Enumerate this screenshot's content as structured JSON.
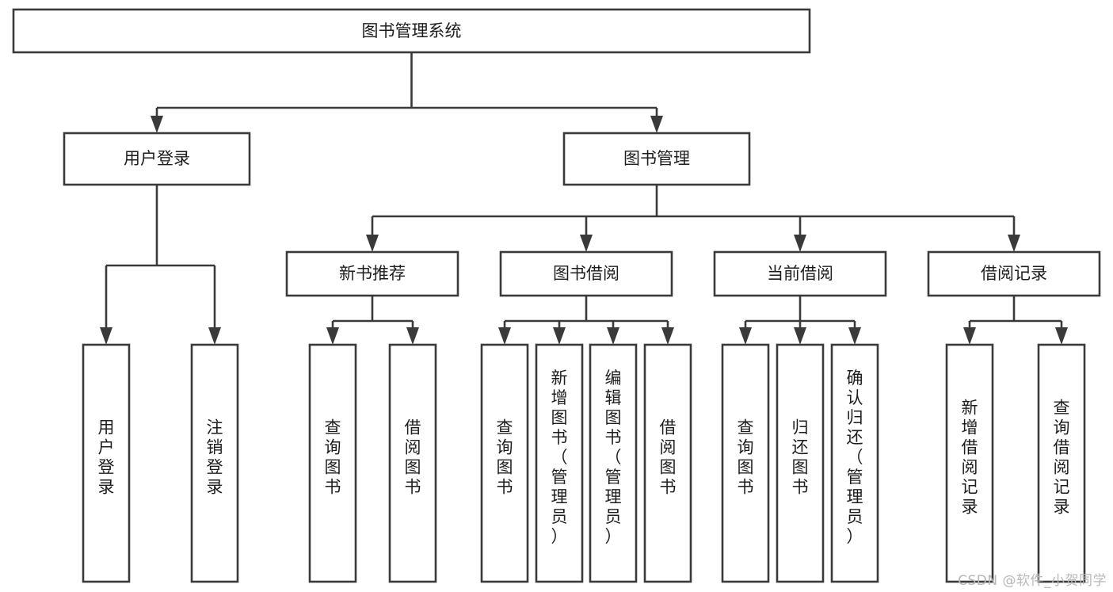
{
  "diagram": {
    "type": "tree-hierarchy",
    "title": "图书管理系统",
    "style": {
      "box_fill": "#ffffff",
      "box_stroke": "#3a3a3a",
      "connector_color": "#3a3a3a",
      "text_color": "#1d1d1d",
      "background": "#ffffff",
      "watermark_color": "#b8b8b8"
    },
    "levels": {
      "root": {
        "label": "图书管理系统"
      },
      "level2": [
        {
          "label": "用户登录"
        },
        {
          "label": "图书管理"
        }
      ],
      "level3": [
        {
          "label": "新书推荐"
        },
        {
          "label": "图书借阅"
        },
        {
          "label": "当前借阅"
        },
        {
          "label": "借阅记录"
        }
      ],
      "leaves": {
        "user_login": [
          {
            "label": "用户登录"
          },
          {
            "label": "注销登录"
          }
        ],
        "new_book_recommend": [
          {
            "label": "查询图书"
          },
          {
            "label": "借阅图书"
          }
        ],
        "book_borrow": [
          {
            "label": "查询图书"
          },
          {
            "label": "新增图书（管理员）"
          },
          {
            "label": "编辑图书（管理员）"
          },
          {
            "label": "借阅图书"
          }
        ],
        "current_borrow": [
          {
            "label": "查询图书"
          },
          {
            "label": "归还图书"
          },
          {
            "label": "确认归还（管理员）"
          }
        ],
        "borrow_record": [
          {
            "label": "新增借阅记录"
          },
          {
            "label": "查询借阅记录"
          }
        ]
      }
    },
    "edges": [
      {
        "from": "图书管理系统",
        "to": "用户登录"
      },
      {
        "from": "图书管理系统",
        "to": "图书管理"
      },
      {
        "from": "用户登录",
        "to": "用户登录"
      },
      {
        "from": "用户登录",
        "to": "注销登录"
      },
      {
        "from": "图书管理",
        "to": "新书推荐"
      },
      {
        "from": "图书管理",
        "to": "图书借阅"
      },
      {
        "from": "图书管理",
        "to": "当前借阅"
      },
      {
        "from": "图书管理",
        "to": "借阅记录"
      },
      {
        "from": "新书推荐",
        "to": "查询图书"
      },
      {
        "from": "新书推荐",
        "to": "借阅图书"
      },
      {
        "from": "图书借阅",
        "to": "查询图书"
      },
      {
        "from": "图书借阅",
        "to": "新增图书（管理员）"
      },
      {
        "from": "图书借阅",
        "to": "编辑图书（管理员）"
      },
      {
        "from": "图书借阅",
        "to": "借阅图书"
      },
      {
        "from": "当前借阅",
        "to": "查询图书"
      },
      {
        "from": "当前借阅",
        "to": "归还图书"
      },
      {
        "from": "当前借阅",
        "to": "确认归还（管理员）"
      },
      {
        "from": "借阅记录",
        "to": "新增借阅记录"
      },
      {
        "from": "借阅记录",
        "to": "查询借阅记录"
      }
    ]
  },
  "watermark": {
    "text": "CSDN @软件_小贺同学"
  }
}
